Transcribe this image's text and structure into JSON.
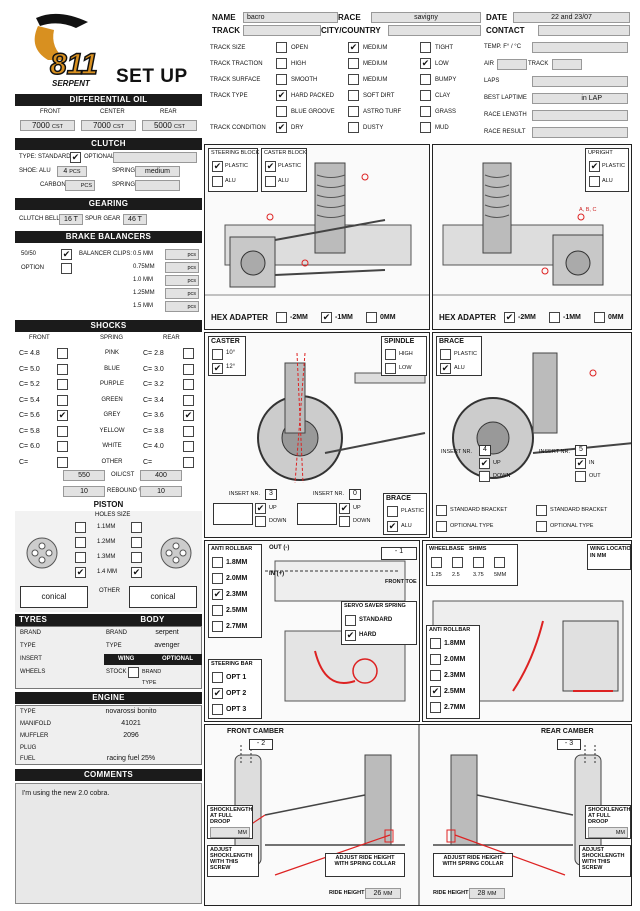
{
  "brand": {
    "logo_text": "811",
    "logo_sub": "SERPENT",
    "title": "SET UP"
  },
  "header": {
    "name_label": "NAME",
    "name_value": "bacro",
    "race_label": "RACE",
    "race_value": "savigny",
    "date_label": "DATE",
    "date_value": "22 and 23/07",
    "track_label": "TRACK",
    "country_label": "CITY/COUNTRY",
    "contact_label": "CONTACT"
  },
  "track": {
    "rows": [
      {
        "label": "TRACK SIZE",
        "opts": [
          {
            "t": "OPEN",
            "c": false
          },
          {
            "t": "MEDIUM",
            "c": true
          },
          {
            "t": "TIGHT",
            "c": false
          }
        ]
      },
      {
        "label": "TRACK TRACTION",
        "opts": [
          {
            "t": "HIGH",
            "c": false
          },
          {
            "t": "MEDIUM",
            "c": false
          },
          {
            "t": "LOW",
            "c": true
          }
        ]
      },
      {
        "label": "TRACK SURFACE",
        "opts": [
          {
            "t": "SMOOTH",
            "c": false
          },
          {
            "t": "MEDIUM",
            "c": false
          },
          {
            "t": "BUMPY",
            "c": false
          }
        ]
      },
      {
        "label": "TRACK TYPE",
        "opts": [
          {
            "t": "HARD PACKED",
            "c": true
          },
          {
            "t": "SOFT DIRT",
            "c": false
          },
          {
            "t": "CLAY",
            "c": false
          }
        ]
      },
      {
        "label": "",
        "opts": [
          {
            "t": "BLUE GROOVE",
            "c": false
          },
          {
            "t": "ASTRO TURF",
            "c": false
          },
          {
            "t": "GRASS",
            "c": false
          }
        ]
      },
      {
        "label": "TRACK CONDITION",
        "opts": [
          {
            "t": "DRY",
            "c": true
          },
          {
            "t": "DUSTY",
            "c": false
          },
          {
            "t": "MUD",
            "c": false
          }
        ]
      }
    ],
    "temp_label": "TEMP. F° / °C",
    "air_label": "AIR",
    "track_temp_label": "TRACK",
    "laps_label": "LAPS",
    "best_label": "BEST LAPTIME",
    "in_lap_label": "in LAP",
    "length_label": "RACE LENGTH",
    "result_label": "RACE RESULT"
  },
  "diff": {
    "title": "DIFFERENTIAL OIL",
    "front_label": "FRONT",
    "center_label": "CENTER",
    "rear_label": "REAR",
    "front": "7000",
    "center": "7000",
    "rear": "5000",
    "unit": "CST"
  },
  "clutch": {
    "title": "CLUTCH",
    "type_label": "TYPE: STANDARD",
    "optional_label": "OPTIONAL",
    "shoe_label": "SHOE: ALU",
    "shoe_pcs": "4",
    "pcs": "PCS",
    "spring_label": "SPRING",
    "spring_value": "medium",
    "carbon_label": "CARBON",
    "spring2_label": "SPRING"
  },
  "gearing": {
    "title": "GEARING",
    "bell_label": "CLUTCH BELL",
    "bell": "16",
    "spur_label": "SPUR GEAR",
    "spur": "46",
    "t": "T"
  },
  "brake": {
    "title": "BRAKE BALANCERS",
    "label_5050": "50/50",
    "label_option": "OPTION",
    "clips_label": "BALANCER CLIPS:",
    "sizes": [
      "0.5 MM",
      "0.75MM",
      "1.0 MM",
      "1.25MM",
      "1.5 MM"
    ],
    "pcs": "pcs"
  },
  "shocks": {
    "title": "SHOCKS",
    "front_label": "FRONT",
    "spring_label": "SPRING",
    "rear_label": "REAR",
    "rows": [
      {
        "front": "C= 4.8",
        "color": "PINK",
        "rear": "C= 2.8",
        "fc": false,
        "rc": false
      },
      {
        "front": "C= 5.0",
        "color": "BLUE",
        "rear": "C= 3.0",
        "fc": false,
        "rc": false
      },
      {
        "front": "C= 5.2",
        "color": "PURPLE",
        "rear": "C= 3.2",
        "fc": false,
        "rc": false
      },
      {
        "front": "C= 5.4",
        "color": "GREEN",
        "rear": "C= 3.4",
        "fc": false,
        "rc": false
      },
      {
        "front": "C= 5.6",
        "color": "GREY",
        "rear": "C= 3.6",
        "fc": true,
        "rc": true
      },
      {
        "front": "C= 5.8",
        "color": "YELLOW",
        "rear": "C= 3.8",
        "fc": false,
        "rc": false
      },
      {
        "front": "C= 6.0",
        "color": "WHITE",
        "rear": "C= 4.0",
        "fc": false,
        "rc": false
      },
      {
        "front": "C=",
        "color": "OTHER",
        "rear": "C=",
        "fc": false,
        "rc": false
      }
    ],
    "oil_label": "OIL/CST",
    "oil_front": "550",
    "oil_rear": "400",
    "rebound_label": "REBOUND %",
    "rebound_front": "10",
    "rebound_rear": "10"
  },
  "piston": {
    "title": "PISTON",
    "holes_label": "HOLES SIZE",
    "sizes": [
      "1.1MM",
      "1.2MM",
      "1.3MM",
      "1.4 MM"
    ],
    "other_label": "OTHER",
    "front_type": "conical",
    "rear_type": "conical"
  },
  "tyres": {
    "title": "TYRES",
    "body_title": "BODY",
    "brand_label": "BRAND",
    "type_label": "TYPE",
    "insert_label": "INSERT",
    "wheels_label": "WHEELS",
    "body_brand": "serpent",
    "body_type": "avenger",
    "wing_label": "WING",
    "optional_label": "OPTIONAL",
    "stock_label": "STOCK",
    "brand2_label": "BRAND",
    "type2_label": "TYPE"
  },
  "engine": {
    "title": "ENGINE",
    "type_label": "TYPE",
    "type": "novarossi bonito",
    "manifold_label": "MANIFOLD",
    "manifold": "41021",
    "muffler_label": "MUFFLER",
    "muffler": "2096",
    "plug_label": "PLUG",
    "fuel_label": "FUEL",
    "fuel": "racing fuel 25%"
  },
  "comments": {
    "title": "COMMENTS",
    "text": "I'm using the new 2.0 cobra."
  },
  "front_view": {
    "steering_block": "STEERING BLOCK",
    "caster_block": "CASTER BLOCK",
    "plastic": "PLASTIC",
    "alu": "ALU",
    "hex_label": "HEX ADAPTER",
    "hex_opts": [
      {
        "t": "-2MM",
        "c": false
      },
      {
        "t": "-1MM",
        "c": true
      },
      {
        "t": "0MM",
        "c": false
      }
    ]
  },
  "rear_view": {
    "upright": "UPRIGHT",
    "plastic": "PLASTIC",
    "alu": "ALU",
    "abc": "A, B, C",
    "hex_label": "HEX ADAPTER",
    "hex_opts": [
      {
        "t": "-2MM",
        "c": true
      },
      {
        "t": "-1MM",
        "c": false
      },
      {
        "t": "0MM",
        "c": false
      }
    ]
  },
  "caster": {
    "title": "CASTER",
    "opt1": "10",
    "opt2": "12",
    "spindle_title": "SPINDLE",
    "high": "HIGH",
    "low": "LOW",
    "insert_label": "INSERT NR.",
    "insert_a": "3",
    "insert_b": "0",
    "up": "UP",
    "down": "DOWN",
    "brace": "BRACE",
    "plastic": "PLASTIC",
    "alu": "ALU"
  },
  "rear_brace": {
    "title": "BRACE",
    "plastic": "PLASTIC",
    "alu": "ALU",
    "insert_label": "INSERT NR.",
    "insert_a": "4",
    "insert_b": "5",
    "up": "UP",
    "down": "DOWN",
    "in": "IN",
    "out": "OUT",
    "standard_bracket": "STANDARD BRACKET",
    "optional_type": "OPTIONAL TYPE"
  },
  "front_arb": {
    "title": "ANTI ROLLBAR",
    "sizes": [
      {
        "t": "1.8MM",
        "c": false
      },
      {
        "t": "2.0MM",
        "c": false
      },
      {
        "t": "2.3MM",
        "c": true
      },
      {
        "t": "2.5MM",
        "c": false
      },
      {
        "t": "2.7MM",
        "c": false
      }
    ],
    "out_label": "OUT (-)",
    "in_label": "IN (+)",
    "toe_value": "1",
    "toe_label": "FRONT TOE",
    "servo_label": "SERVO SAVER SPRING",
    "standard": "STANDARD",
    "hard": "HARD",
    "steering_bar": "STEERING BAR",
    "opts": [
      {
        "t": "OPT 1",
        "c": false
      },
      {
        "t": "OPT 2",
        "c": true
      },
      {
        "t": "OPT 3",
        "c": false
      }
    ]
  },
  "rear_arb": {
    "wheelbase_label": "WHEELBASE",
    "shims_label": "SHIMS",
    "shims": [
      "1.25",
      "2.5",
      "3.75",
      "5MM"
    ],
    "wing_location": "WING LOCATION",
    "in_mm": "IN MM",
    "title": "ANTI ROLLBAR",
    "sizes": [
      {
        "t": "1.8MM",
        "c": false
      },
      {
        "t": "2.0MM",
        "c": false
      },
      {
        "t": "2.3MM",
        "c": false
      },
      {
        "t": "2.5MM",
        "c": true
      },
      {
        "t": "2.7MM",
        "c": false
      }
    ]
  },
  "camber": {
    "front_label": "FRONT CAMBER",
    "front_value": "2",
    "rear_label": "REAR CAMBER",
    "rear_value": "3",
    "shock_length": "SHOCKLENGTH AT FULL DROOP",
    "mm": "MM",
    "adjust_shock": "ADJUST SHOCKLENGTH WITH THIS SCREW",
    "adjust_ride": "ADJUST RIDE HEIGHT WITH SPRING COLLAR",
    "ride_label": "RIDE HEIGHT",
    "ride_front": "26",
    "ride_rear": "28"
  }
}
